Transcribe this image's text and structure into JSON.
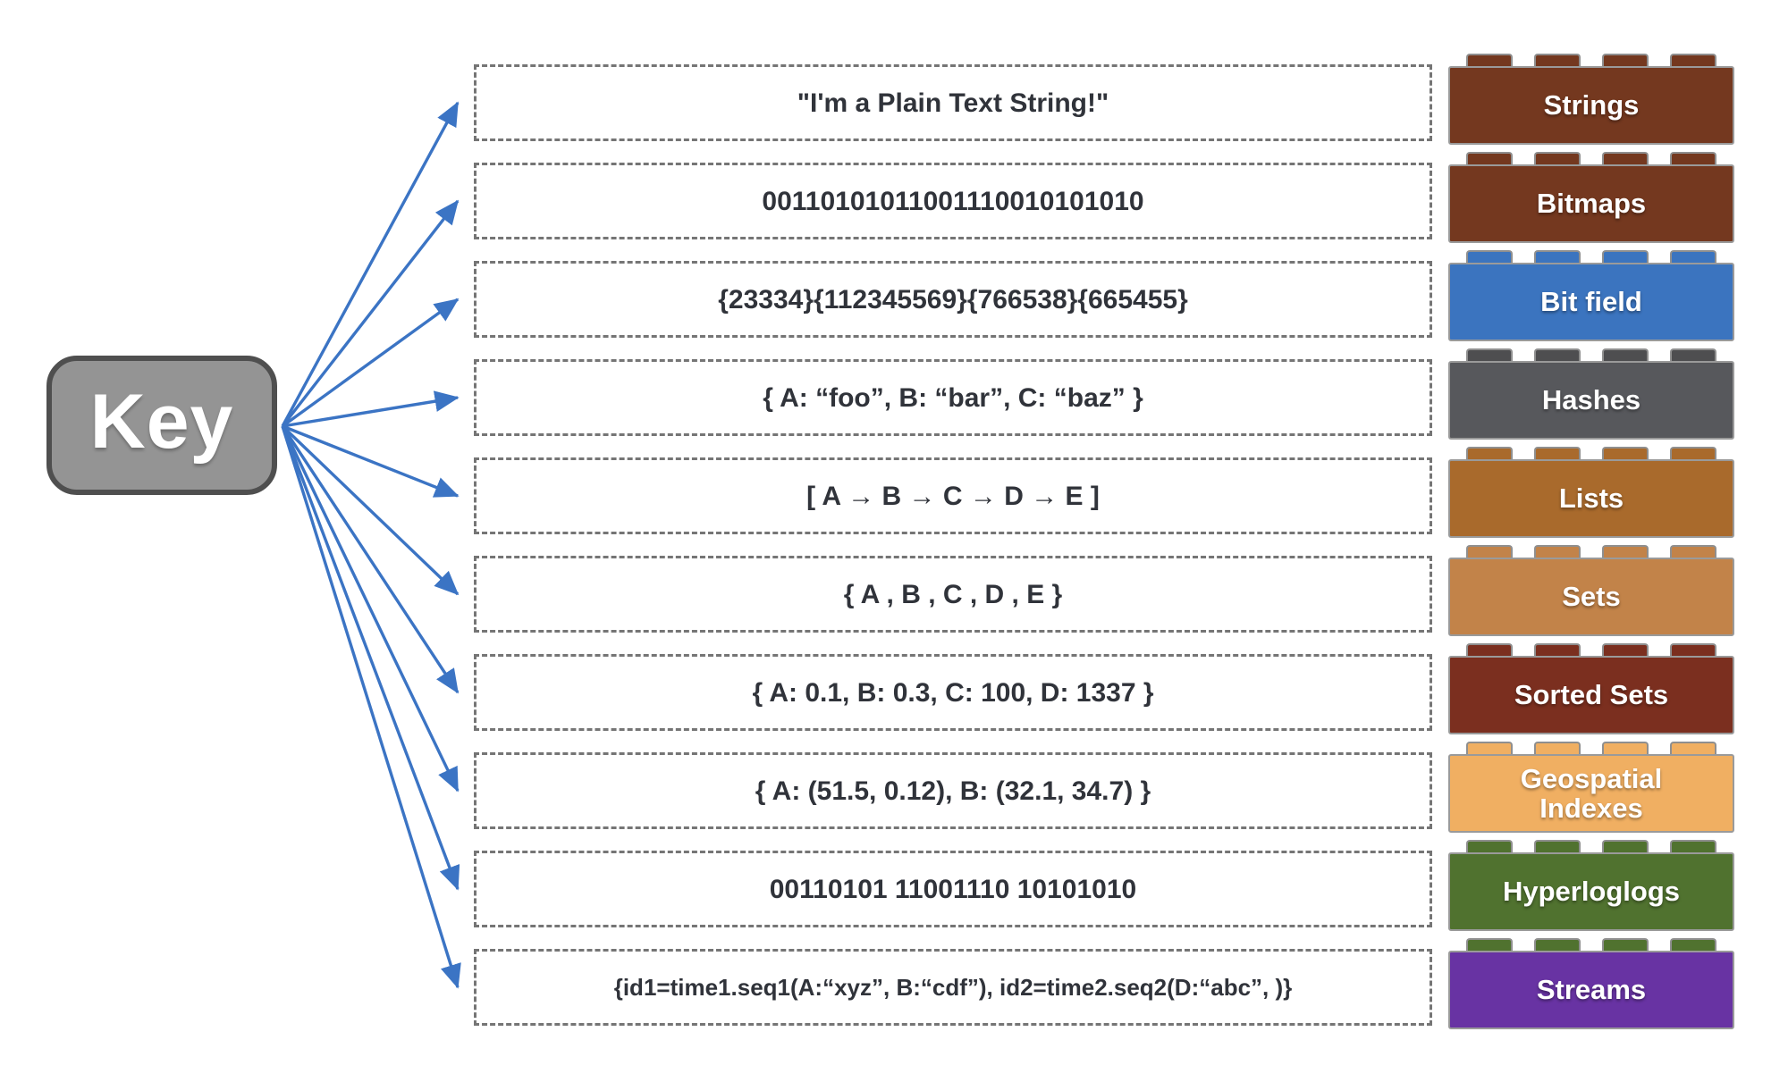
{
  "key_label": "Key",
  "colors": {
    "arrow": "#3B74C4",
    "key_fill": "#949494",
    "key_border": "#4F4F4F",
    "value_text": "#30333A",
    "dashed_border": "#757575"
  },
  "rows": [
    {
      "id": "strings",
      "value": "\"I'm a Plain Text String!\"",
      "label": "Strings",
      "brick_color": "#74381F",
      "stud_color": "#74381F"
    },
    {
      "id": "bitmaps",
      "value": "00110101011001110010101010",
      "label": "Bitmaps",
      "brick_color": "#74381F",
      "stud_color": "#74381F"
    },
    {
      "id": "bit-field",
      "value": "{23334}{112345569}{766538}{665455}",
      "label": "Bit field",
      "brick_color": "#3B74BF",
      "stud_color": "#3B74BF"
    },
    {
      "id": "hashes",
      "value": "{ A: “foo”, B: “bar”, C: “baz” }",
      "label": "Hashes",
      "brick_color": "#57585C",
      "stud_color": "#4E4E50"
    },
    {
      "id": "lists",
      "value": "[ A → B → C → D → E ]",
      "label": "Lists",
      "brick_color": "#A96A2C",
      "stud_color": "#A96A2C"
    },
    {
      "id": "sets",
      "value": "{ A , B , C , D , E }",
      "label": "Sets",
      "brick_color": "#C28349",
      "stud_color": "#C28349"
    },
    {
      "id": "sorted-sets",
      "value": "{ A: 0.1, B: 0.3, C: 100, D: 1337 }",
      "label": "Sorted Sets",
      "brick_color": "#7B2F1F",
      "stud_color": "#7B2F1F"
    },
    {
      "id": "geospatial",
      "value": "{ A: (51.5, 0.12), B: (32.1, 34.7) }",
      "label": "Geospatial Indexes",
      "brick_color": "#F0AF62",
      "stud_color": "#F0AF62"
    },
    {
      "id": "hyperloglogs",
      "value": "00110101 11001110 10101010",
      "label": "Hyperloglogs",
      "brick_color": "#50722F",
      "stud_color": "#50722F"
    },
    {
      "id": "streams",
      "value": "{id1=time1.seq1(A:“xyz”, B:“cdf”), id2=time2.seq2(D:“abc”, )}",
      "label": "Streams",
      "brick_color": "#6833A3",
      "stud_color": "#50722F"
    }
  ]
}
